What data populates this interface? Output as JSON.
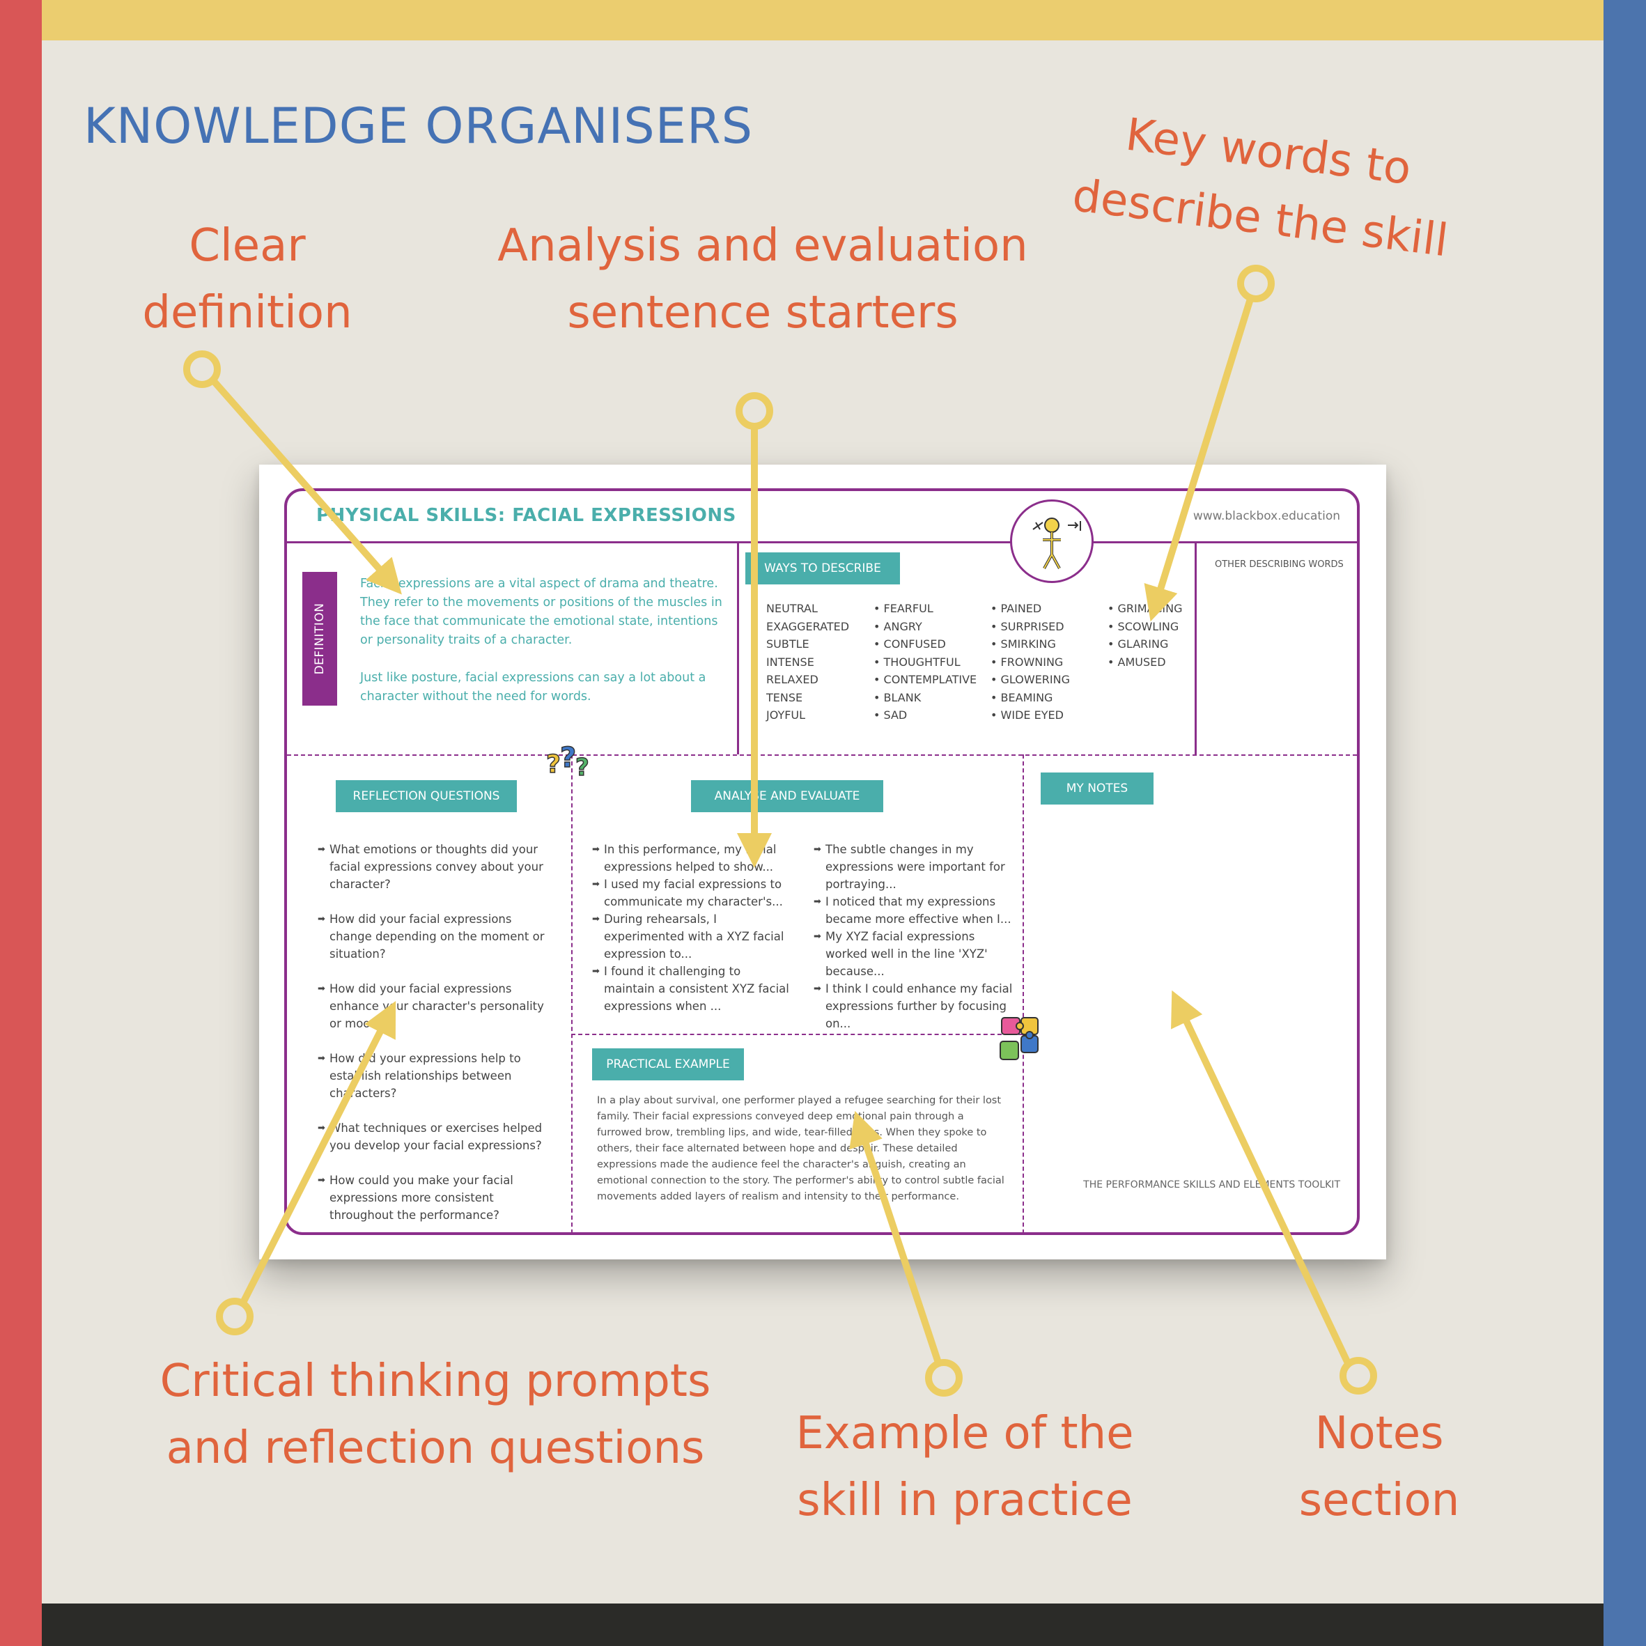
{
  "page": {
    "title": "KNOWLEDGE ORGANISERS",
    "colors": {
      "background": "#e8e5dd",
      "title": "#4572b4",
      "callout": "#e0643d",
      "arrow": "#eccd62",
      "top_bar": "#ebcd6f",
      "left_bar": "#d95656",
      "right_bar": "#4c74ad",
      "bottom_bar": "#2b2b28"
    }
  },
  "callouts": {
    "definition": [
      "Clear",
      "definition"
    ],
    "analysis": [
      "Analysis and evaluation",
      "sentence starters"
    ],
    "keywords": [
      "Key words to",
      "describe the skill"
    ],
    "critical": [
      "Critical thinking prompts",
      "and reflection questions"
    ],
    "example": [
      "Example of the",
      "skill in practice"
    ],
    "notes": [
      "Notes",
      "section"
    ]
  },
  "sheet": {
    "title": "PHYSICAL SKILLS: FACIAL EXPRESSIONS",
    "url": "www.blackbox.education",
    "colors": {
      "frame": "#8b2e8b",
      "accent": "#4aaeab"
    },
    "definition": {
      "label": "DEFINITION",
      "paragraphs": [
        "Facial expressions are a vital aspect of drama and theatre. They refer to the movements or positions of the muscles in the face that communicate the emotional state, intentions or personality traits of a character.",
        "Just like posture, facial expressions can say a lot about a character without the need for words."
      ]
    },
    "ways_to_describe": {
      "label": "WAYS TO DESCRIBE",
      "columns": [
        [
          "NEUTRAL",
          "EXAGGERATED",
          "SUBTLE",
          "INTENSE",
          "RELAXED",
          "TENSE",
          "JOYFUL"
        ],
        [
          "FEARFUL",
          "ANGRY",
          "CONFUSED",
          "THOUGHTFUL",
          "CONTEMPLATIVE",
          "BLANK",
          "SAD"
        ],
        [
          "PAINED",
          "SURPRISED",
          "SMIRKING",
          "FROWNING",
          "GLOWERING",
          "BEAMING",
          "WIDE EYED"
        ],
        [
          "GRIMACING",
          "SCOWLING",
          "GLARING",
          "AMUSED"
        ]
      ]
    },
    "other_words_label": "OTHER DESCRIBING WORDS",
    "reflection": {
      "label": "REFLECTION QUESTIONS",
      "items": [
        "What emotions or thoughts did your facial expressions convey about your character?",
        "How did your facial expressions change depending on the moment or situation?",
        "How did your facial expressions enhance your character's personality or mood?",
        "How did your expressions help to establish relationships between characters?",
        "What techniques or exercises helped you develop your facial expressions?",
        "How could you make your facial expressions more consistent throughout the performance?"
      ]
    },
    "analyse": {
      "label": "ANALYSE AND EVALUATE",
      "left": [
        "In this performance, my facial expressions helped to show...",
        "I used my facial expressions to communicate my character's...",
        "During rehearsals, I experimented with a XYZ facial expression to...",
        "I found it challenging to maintain a consistent XYZ facial expressions when ..."
      ],
      "right": [
        "The subtle changes in my expressions were important for portraying...",
        "I noticed that my expressions became more effective when I...",
        "My XYZ facial expressions worked well in the line 'XYZ' because...",
        "I think I could enhance my facial expressions further by focusing on..."
      ]
    },
    "practical": {
      "label": "PRACTICAL EXAMPLE",
      "text": "In a play about survival, one performer played a refugee searching for their lost family. Their facial expressions conveyed deep emotional pain through a furrowed brow, trembling lips, and wide, tear-filled eyes. When they spoke to others, their face alternated between hope and despair. These detailed expressions made the audience feel the character's anguish, creating an emotional connection to the story. The performer's ability to control subtle facial movements added layers of realism and intensity to their performance."
    },
    "notes_label": "MY NOTES",
    "footer": "THE PERFORMANCE SKILLS AND ELEMENTS TOOLKIT",
    "icons": [
      "facial-expression-figure-icon",
      "question-marks-icon",
      "puzzle-pieces-icon"
    ]
  }
}
